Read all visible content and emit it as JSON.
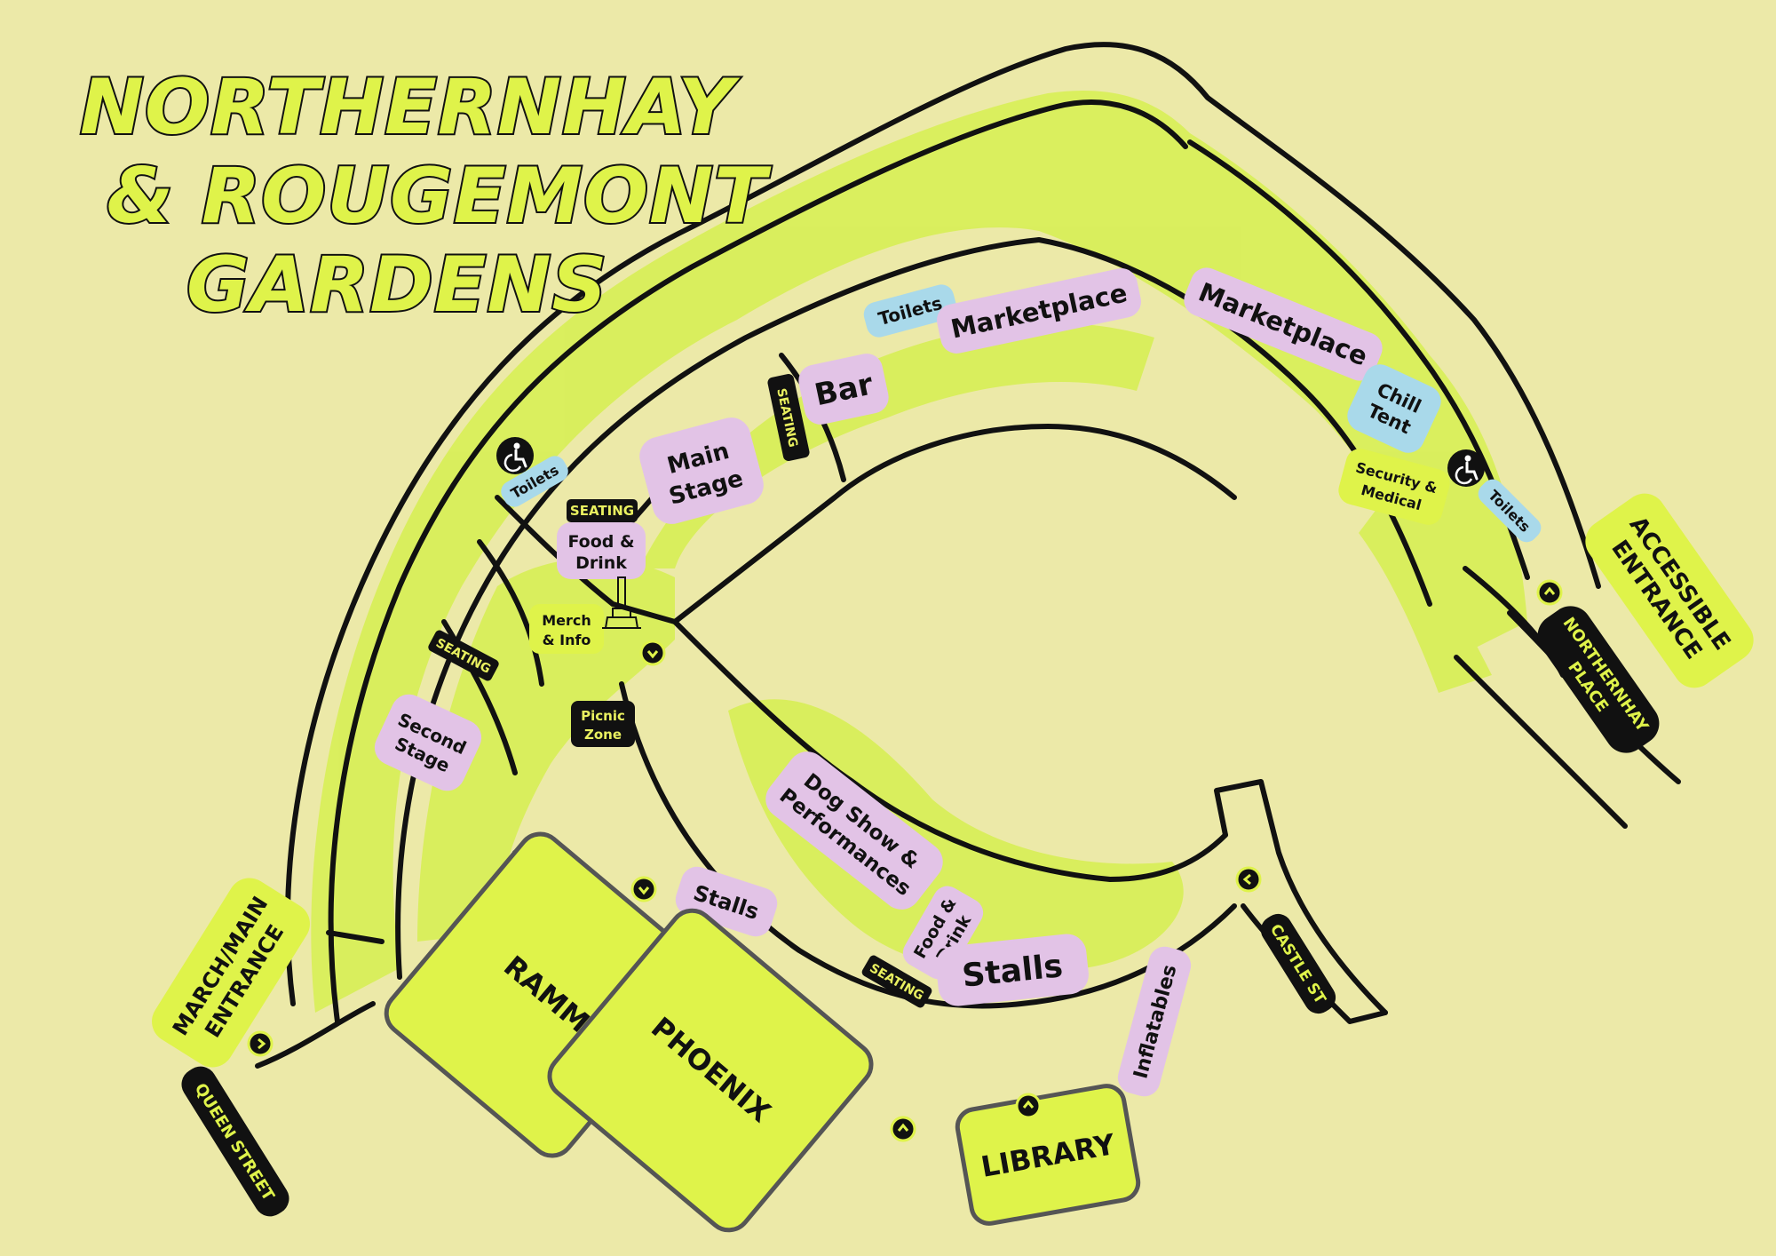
{
  "title": {
    "line1": "NORTHERNHAY",
    "line2": "& ROUGEMONT",
    "line3": "GARDENS"
  },
  "colors": {
    "background": "#ece9a8",
    "green": "#d9ef5a",
    "lilac": "#e2c3e6",
    "blue": "#a9d9ea",
    "black": "#111111"
  },
  "labels": {
    "toilets_top": "Toilets",
    "marketplace_1": "Marketplace",
    "marketplace_2": "Marketplace",
    "bar": "Bar",
    "seating_bar": "SEATING",
    "main_stage_1": "Main",
    "main_stage_2": "Stage",
    "chill_1": "Chill",
    "chill_2": "Tent",
    "security_1": "Security &",
    "security_2": "Medical",
    "toilets_left": "Toilets",
    "toilets_right": "Toilets",
    "seating_food": "SEATING",
    "food_1": "Food &",
    "food_2": "Drink",
    "merch_1": "Merch",
    "merch_2": "& Info",
    "seating_left": "SEATING",
    "picnic_1": "Picnic",
    "picnic_2": "Zone",
    "second_stage_1": "Second",
    "second_stage_2": "Stage",
    "dog_show_1": "Dog Show &",
    "dog_show_2": "Performances",
    "stalls_small": "Stalls",
    "food2_1": "Food &",
    "food2_2": "Drink",
    "seating_bottom": "SEATING",
    "stalls_big": "Stalls",
    "inflatables": "Inflatables"
  },
  "buildings": {
    "ramm": "RAMM",
    "phoenix": "PHOENIX",
    "library": "LIBRARY"
  },
  "entrances": {
    "accessible_1": "ACCESSIBLE",
    "accessible_2": "ENTRANCE",
    "main_1": "MARCH/MAIN",
    "main_2": "ENTRANCE"
  },
  "streets": {
    "northernhay_1": "NORTHERNHAY",
    "northernhay_2": "PLACE",
    "queen": "QUEEN STREET",
    "castle": "CASTLE ST"
  },
  "icons": [
    "wheelchair-icon",
    "entrance-arrow-icon",
    "monument-icon"
  ]
}
